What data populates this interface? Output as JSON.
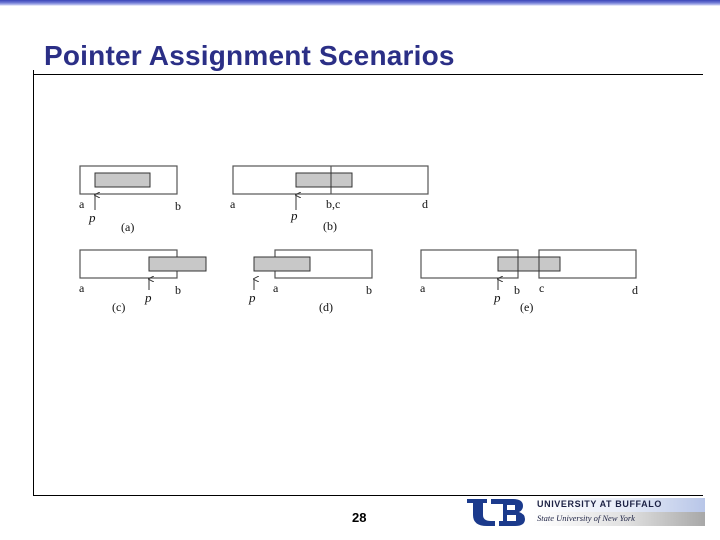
{
  "slide": {
    "title": "Pointer Assignment Scenarios",
    "page_number": "28"
  },
  "footer": {
    "logo_mark": "UB",
    "university_name": "UNIVERSITY AT BUFFALO",
    "university_subtitle": "State University of New York"
  },
  "colors": {
    "title": "#2b2f86",
    "top_bar": "#3a46b8",
    "block_fill": "#c8c8c8",
    "outline": "#555555"
  },
  "diagram": {
    "scenarios": [
      {
        "id": "a",
        "caption": "(a)",
        "labels": {
          "a": "a",
          "b": "b",
          "p": "p"
        },
        "description": "pointer block fully inside region [a,b]"
      },
      {
        "id": "b",
        "caption": "(b)",
        "labels": {
          "a": "a",
          "bc": "b,c",
          "d": "d",
          "p": "p"
        },
        "description": "pointer block spans adjacent regions [a,b] and [c,d]"
      },
      {
        "id": "c",
        "caption": "(c)",
        "labels": {
          "a": "a",
          "b": "b",
          "p": "p"
        },
        "description": "pointer block starts inside [a,b] and extends past b"
      },
      {
        "id": "d",
        "caption": "(d)",
        "labels": {
          "a": "a",
          "b": "b",
          "p": "p"
        },
        "description": "pointer block starts before a and ends inside [a,b]"
      },
      {
        "id": "e",
        "caption": "(e)",
        "labels": {
          "a": "a",
          "b": "b",
          "c": "c",
          "d": "d",
          "p": "p"
        },
        "description": "pointer block spans gap between [a,b] and [c,d]"
      }
    ]
  }
}
